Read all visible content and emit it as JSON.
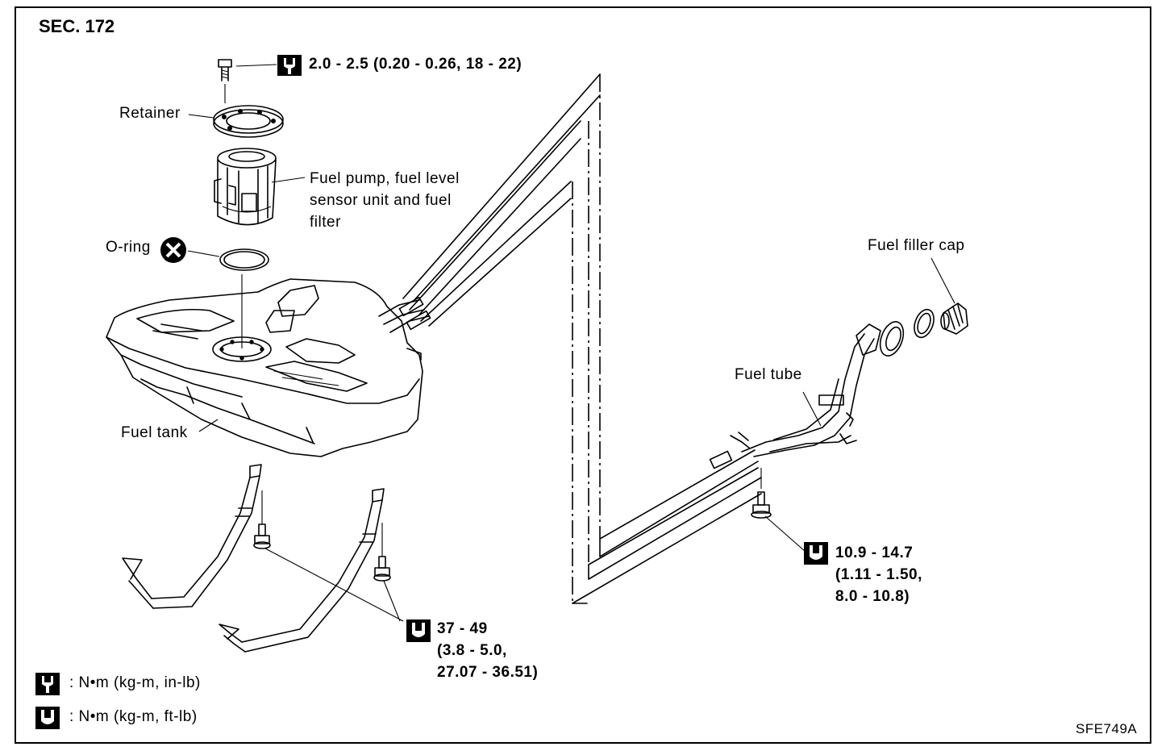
{
  "section_title": "SEC. 172",
  "figure_code": "SFE749A",
  "labels": {
    "retainer": "Retainer",
    "fuel_pump_line1": "Fuel pump, fuel level",
    "fuel_pump_line2": "sensor unit and fuel",
    "fuel_pump_line3": "filter",
    "o_ring": "O-ring",
    "fuel_tank": "Fuel tank",
    "fuel_filler_cap": "Fuel filler cap",
    "fuel_tube": "Fuel tube"
  },
  "torque": {
    "retainer_bolt": "2.0 - 2.5 (0.20 - 0.26, 18 - 22)",
    "strap_bolts_line1": "37 - 49",
    "strap_bolts_line2": "(3.8 - 5.0,",
    "strap_bolts_line3": "27.07 - 36.51)",
    "tube_bolt_line1": "10.9 - 14.7",
    "tube_bolt_line2": "(1.11 - 1.50,",
    "tube_bolt_line3": "8.0 - 10.8)"
  },
  "legend": {
    "in_lb": ": N•m (kg-m, in-lb)",
    "ft_lb": ": N•m (kg-m, ft-lb)"
  },
  "icons": {
    "in_lb_torque": "torque-wrench-in-lb-icon",
    "ft_lb_torque": "torque-wrench-ft-lb-icon",
    "replace": "do-not-reuse-icon"
  }
}
